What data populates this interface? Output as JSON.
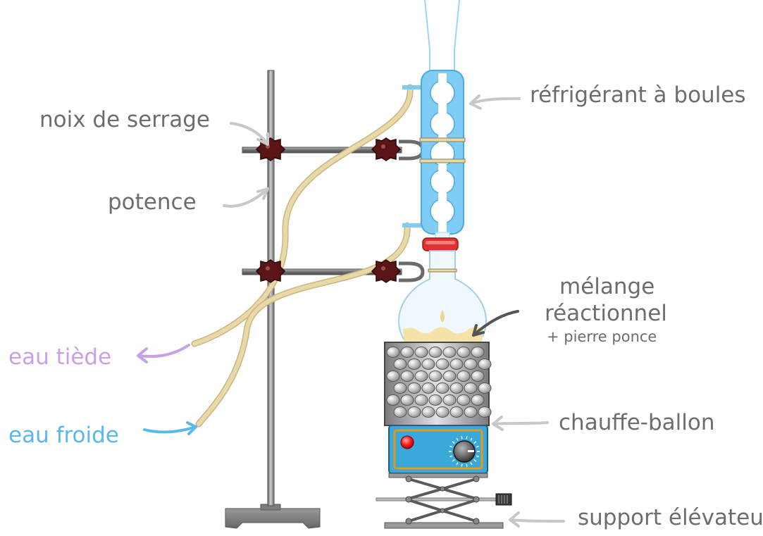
{
  "labels": {
    "condenser": "réfrigérant à boules",
    "clamp": "noix de serrage",
    "stand": "potence",
    "mixture_line1": "mélange",
    "mixture_line2": "réactionnel",
    "mixture_line3": "+ pierre ponce",
    "heater": "chauffe-ballon",
    "lab_jack": "support élévateur",
    "water_out": "eau tiède",
    "water_in": "eau froide"
  },
  "colors": {
    "label_text": "#6d6d6d",
    "water_out": "#c9a0e8",
    "water_in": "#5ab8ee",
    "condenser_glass": "#7fcdf5",
    "condenser_outline": "#4aa9e0",
    "hose": "#e9d9a9",
    "hose_outline": "#c9b67f",
    "knob": "#5a1616",
    "stand_metal": "#8c8c8c",
    "joint_clip": "#e03030",
    "heater_panel": "#3aa8d8",
    "heater_trim": "#e29a18",
    "indicator_light": "#ff2020",
    "leader_arrow": "#c8c8c8",
    "mixture_arrow": "#555555"
  }
}
